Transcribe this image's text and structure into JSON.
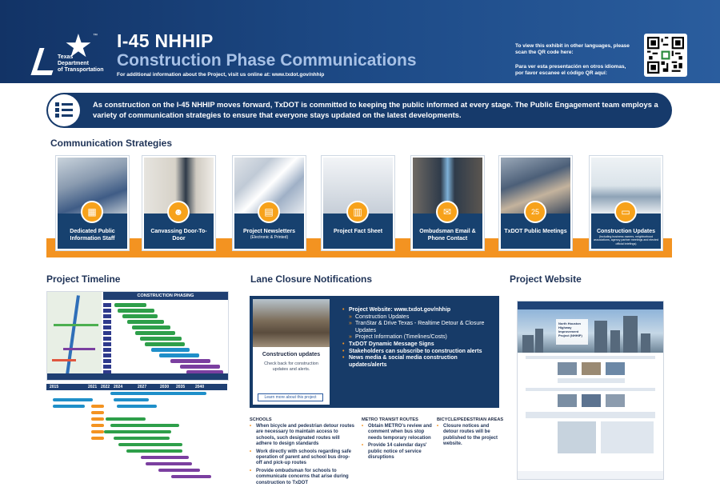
{
  "header": {
    "logo_lines": [
      "Texas",
      "Department",
      "of Transportation"
    ],
    "title": "I-45 NHHIP",
    "subtitle": "Construction Phase Communications",
    "info": "For additional information about the Project, visit us online at: www.txdot.gov/nhhip",
    "qr_text_en": "To view this exhibit in other languages, please scan the QR code here:",
    "qr_text_es": "Para ver esta presentación en otros idiomas, por favor escanee el código QR aquí:"
  },
  "intro": {
    "text": "As construction on the I-45 NHHIP moves forward, TxDOT is committed to keeping the public informed at every stage. The Public Engagement team employs a variety of communication strategies to ensure that everyone stays updated on the latest developments."
  },
  "strategies": {
    "heading": "Communication Strategies",
    "cards": [
      {
        "label": "Dedicated Public Information Staff",
        "sub": "",
        "icon": "building-icon",
        "glyph": "▦"
      },
      {
        "label": "Canvassing Door-To-Door",
        "sub": "",
        "icon": "people-icon",
        "glyph": "☻"
      },
      {
        "label": "Project Newsletters",
        "sub": "(Electronic & Printed)",
        "icon": "newsletter-icon",
        "glyph": "▤"
      },
      {
        "label": "Project Fact Sheet",
        "sub": "",
        "icon": "document-icon",
        "glyph": "▥"
      },
      {
        "label": "Ombudsman Email & Phone Contact",
        "sub": "",
        "icon": "phone-icon",
        "glyph": "✉"
      },
      {
        "label": "TxDOT Public Meetings",
        "sub": "",
        "icon": "calendar-icon",
        "glyph": "25"
      },
      {
        "label": "Construction Updates",
        "sub": "(Including business owners, neighborhood associations, agency partner meetings and elected official briefings)",
        "icon": "monitor-icon",
        "glyph": "▭"
      }
    ]
  },
  "timeline": {
    "heading": "Project Timeline",
    "phasing_title": "CONSTRUCTION PHASING",
    "years": [
      "2015",
      "2021",
      "2022",
      "2024",
      "2027",
      "2030",
      "2035",
      "2040"
    ]
  },
  "lane_closures": {
    "heading": "Lane Closure Notifications",
    "card_title": "Construction updates",
    "card_desc": "Check back for construction updates and alerts.",
    "card_button": "Learn more about this project",
    "items": [
      {
        "text": "Project Website: www.txdot.gov/nhhip",
        "subs": [
          "Construction Updates",
          "TranStar & Drive Texas - Realtime Detour & Closure Updates",
          "Project Information (Timelines/Costs)"
        ]
      },
      {
        "text": "TxDOT Dynamic Message Signs",
        "subs": []
      },
      {
        "text": "Stakeholders can subscribe to construction alerts",
        "subs": []
      },
      {
        "text": "News media & social media construction updates/alerts",
        "subs": []
      }
    ],
    "notes": [
      {
        "heading": "SCHOOLS",
        "items": [
          "When bicycle and pedestrian detour routes are necessary to maintain access to schools, such designated routes will adhere to design standards",
          "Work directly with schools regarding safe operation of parent and school bus drop-off and pick-up routes",
          "Provide ombudsman for schools to communicate concerns that arise during construction to TxDOT"
        ]
      },
      {
        "heading": "METRO TRANSIT ROUTES",
        "items": [
          "Obtain METRO's review and comment when bus stop needs temporary relocation",
          "Provide 14 calendar days' public notice of service disruptions"
        ]
      },
      {
        "heading": "BICYCLE/PEDESTRIAN AREAS",
        "items": [
          "Closure notices and detour routes will be published to the project website."
        ]
      }
    ]
  },
  "website": {
    "heading": "Project Website",
    "hero_text": "North Houston Highway Improvement Project (NHHIP)"
  },
  "colors": {
    "navy": "#163a6b",
    "orange": "#f39321",
    "header_blue": "#1d4a86"
  }
}
